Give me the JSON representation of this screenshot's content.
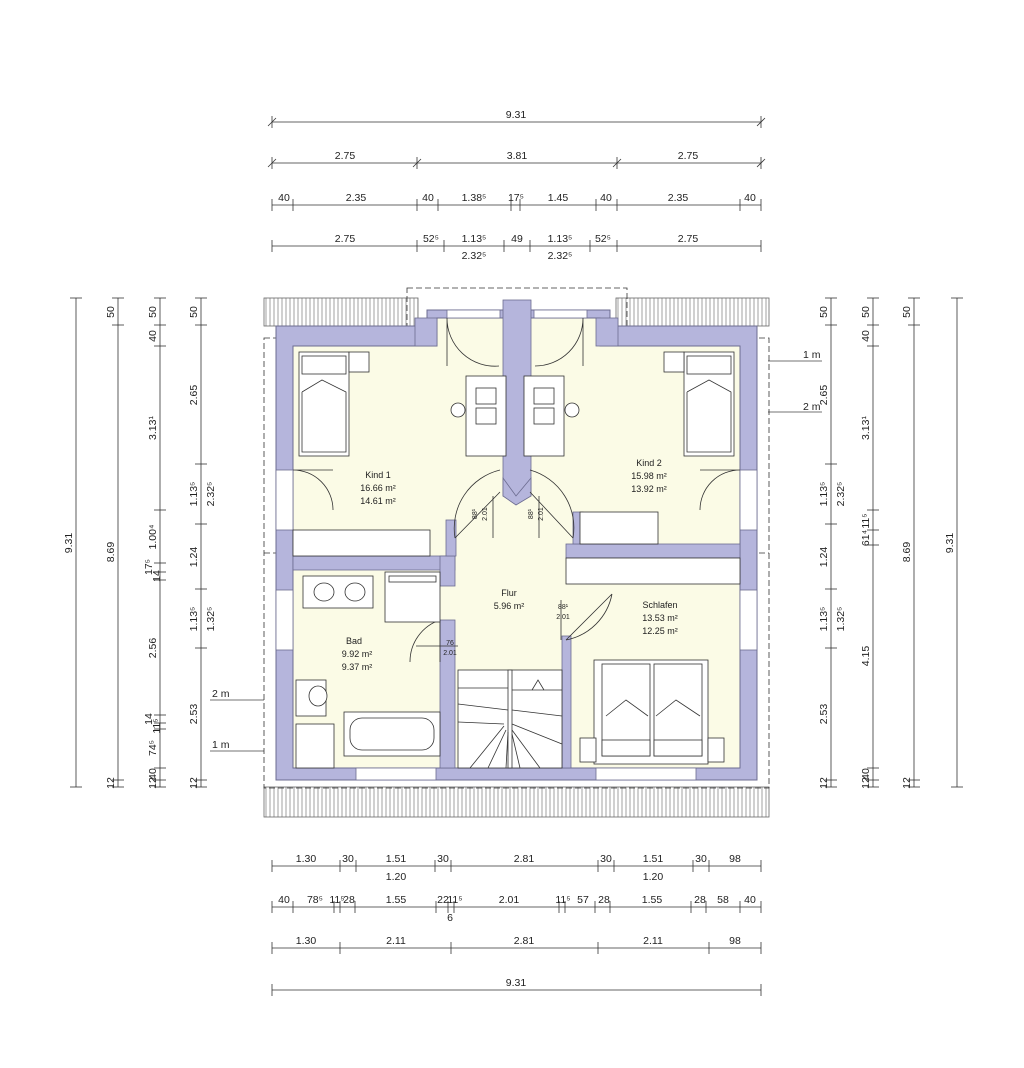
{
  "colors": {
    "wall": "#b5b5dc",
    "wall_stroke": "#6c6c90",
    "room_fill": "#fbfbe6",
    "roof_hatch": "#888888",
    "furniture_fill": "#ffffff",
    "line": "#333333"
  },
  "top_dimensions": [
    [
      "9.31"
    ],
    [
      "2.75",
      "3.81",
      "2.75"
    ],
    [
      "40",
      "2.35",
      "40",
      "1.38⁵",
      "17⁵",
      "1.45",
      "40",
      "2.35",
      "40"
    ],
    [
      "2.75",
      "52⁵",
      "1.13⁵",
      "49",
      "1.13⁵",
      "52⁵",
      "2.75"
    ],
    [
      "2.32⁵",
      "2.32⁵"
    ]
  ],
  "bottom_dimensions": [
    [
      "1.30",
      "30",
      "1.51",
      "30",
      "2.81",
      "30",
      "1.51",
      "30",
      "98"
    ],
    [
      "1.20",
      "1.20"
    ],
    [
      "40",
      "78⁵",
      "11⁵",
      "28",
      "1.55",
      "22",
      "11⁵",
      "2.01",
      "11⁵",
      "57",
      "28",
      "1.55",
      "28",
      "58",
      "40"
    ],
    [
      "6"
    ],
    [
      "1.30",
      "2.11",
      "2.81",
      "2.11",
      "98"
    ],
    [
      "9.31"
    ]
  ],
  "left_dimensions": [
    [
      "9.31"
    ],
    [
      "50",
      "8.69",
      "12"
    ],
    [
      "50",
      "40",
      "3.13¹",
      "1.00⁴",
      "17⁵",
      "14",
      "2.56",
      "14",
      "11⁵",
      "74⁵",
      "40",
      "12"
    ],
    [
      "50",
      "2.65",
      "1.13⁵",
      "1.24",
      "1.13⁵",
      "2.53",
      "12"
    ],
    [
      "2.32⁵",
      "1.32⁵"
    ]
  ],
  "right_dimensions": [
    [
      "9.31"
    ],
    [
      "50",
      "8.69",
      "12"
    ],
    [
      "50",
      "40",
      "3.13¹",
      "11⁵",
      "61⁴",
      "4.15",
      "40",
      "12"
    ],
    [
      "50",
      "2.65",
      "1.13⁵",
      "1.24",
      "1.13⁵",
      "2.53",
      "12"
    ],
    [
      "2.32⁵",
      "1.32⁵"
    ]
  ],
  "height_marks": [
    "1 m",
    "2 m",
    "2 m",
    "1 m"
  ],
  "rooms": [
    {
      "name": "Kind 1",
      "area1": "16.66 m²",
      "area2": "14.61 m²"
    },
    {
      "name": "Kind 2",
      "area1": "15.98 m²",
      "area2": "13.92 m²"
    },
    {
      "name": "Flur",
      "area1": "5.96 m²"
    },
    {
      "name": "Schlafen",
      "area1": "13.53 m²",
      "area2": "12.25 m²"
    },
    {
      "name": "Bad",
      "area1": "9.92 m²",
      "area2": "9.37 m²"
    }
  ],
  "doors": [
    {
      "w": "88¹",
      "h": "2.01"
    },
    {
      "w": "88¹",
      "h": "2.01"
    },
    {
      "w": "88¹",
      "h": "2.01"
    },
    {
      "w": "76",
      "h": "2.01"
    }
  ]
}
